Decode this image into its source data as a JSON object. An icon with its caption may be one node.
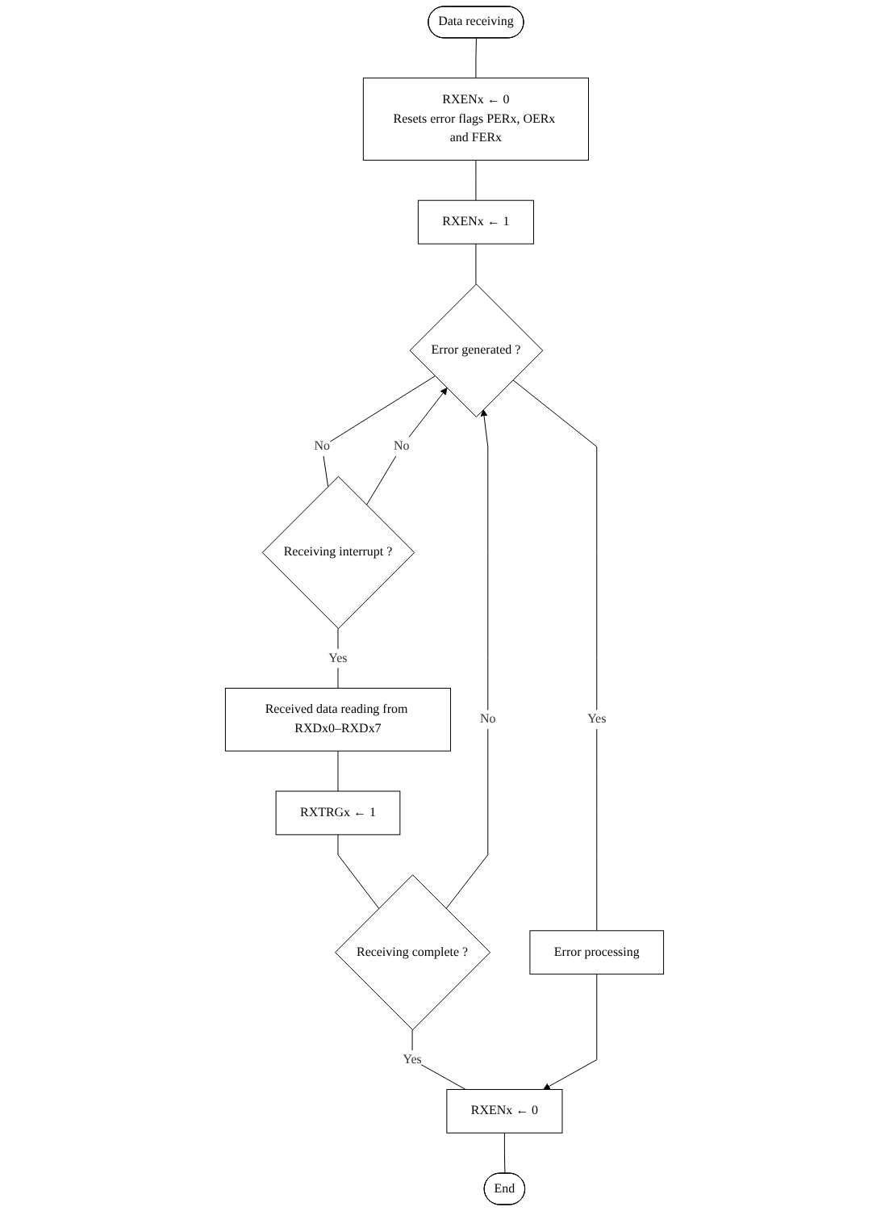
{
  "diagram": {
    "nodes": [
      {
        "text": [
          "Data receiving"
        ]
      },
      {
        "text": [
          "RXENx ← 0",
          "Resets error flags PERx, OERx and FERx"
        ]
      },
      {
        "text": [
          "RXENx ← 1"
        ]
      },
      {
        "text": [
          "Error generated ?"
        ]
      },
      {
        "text": [
          "Receiving interrupt ?"
        ]
      },
      {
        "text": [
          "Received data reading from RXDx0–RXDx7"
        ]
      },
      {
        "text": [
          "RXTRGx ← 1"
        ]
      },
      {
        "text": [
          "Receiving complete ?"
        ]
      },
      {
        "text": [
          "Error processing"
        ]
      },
      {
        "text": [
          "RXENx ← 0"
        ]
      },
      {
        "text": [
          "End"
        ]
      }
    ],
    "edges": [
      {
        "from": 0,
        "to": 1,
        "arrow": "none"
      },
      {
        "from": 1,
        "to": 2,
        "arrow": "none"
      },
      {
        "from": 2,
        "to": 3,
        "arrow": "none"
      },
      {
        "from": 3,
        "to": 4,
        "label": "No",
        "arrow": "none"
      },
      {
        "from": 4,
        "to": 3,
        "label": "No",
        "arrow": "to"
      },
      {
        "from": 3,
        "to": 8,
        "label": "Yes",
        "arrow": "none"
      },
      {
        "from": 4,
        "to": 5,
        "label": "Yes",
        "arrow": "none"
      },
      {
        "from": 5,
        "to": 6,
        "arrow": "none"
      },
      {
        "from": 6,
        "to": 7,
        "arrow": "none"
      },
      {
        "from": 7,
        "to": 3,
        "label": "No",
        "arrow": "to"
      },
      {
        "from": 7,
        "to": 9,
        "label": "Yes",
        "arrow": "none"
      },
      {
        "from": 8,
        "to": 9,
        "arrow": "to"
      },
      {
        "from": 9,
        "to": 10,
        "arrow": "none"
      }
    ]
  }
}
